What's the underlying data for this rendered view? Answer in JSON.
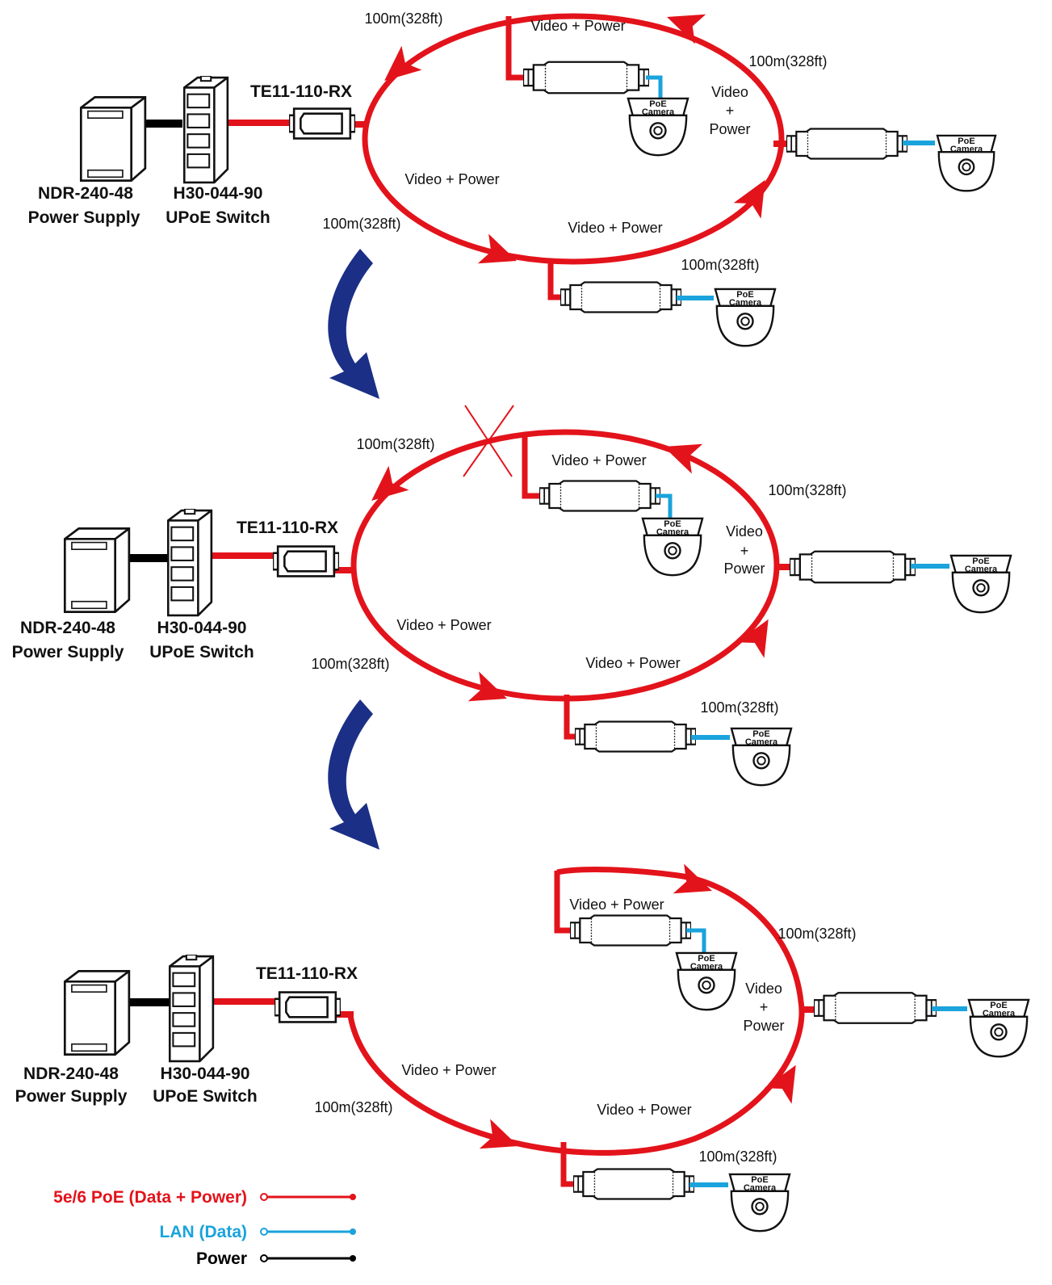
{
  "colors": {
    "poe": "#e3131b",
    "lan": "#1aa3dc",
    "power": "#000000",
    "flow": "#1b2f86"
  },
  "labels": {
    "distance": "100m(328ft)",
    "video_power": "Video + Power",
    "video": "Video",
    "plus": "+",
    "power": "Power",
    "te11": "TE11-110-RX",
    "psu_model": "NDR-240-48",
    "psu_desc": "Power Supply",
    "switch_model": "H30-044-90",
    "switch_desc": "UPoE Switch",
    "camera_l1": "PoE",
    "camera_l2": "Camera"
  },
  "legend": [
    {
      "label": "5e/6 PoE (Data + Power)",
      "color": "#e3131b"
    },
    {
      "label": "LAN (Data)",
      "color": "#1aa3dc"
    },
    {
      "label": "Power",
      "color": "#000000"
    }
  ]
}
